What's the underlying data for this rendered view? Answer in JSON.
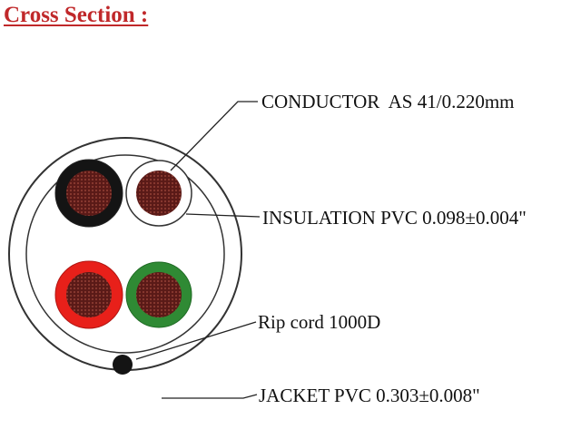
{
  "heading": "Cross Section :",
  "colors": {
    "heading": "#c0282a",
    "outline": "#333333",
    "conductor": "#5a1a17",
    "conductor_strand": "#8a3a30",
    "core_black": "#141414",
    "core_red": "#e8201a",
    "core_green": "#2f8a34",
    "core_white": "#ffffff",
    "rip_cord": "#141414"
  },
  "labels": {
    "conductor": "CONDUCTOR  AS 41/0.220mm",
    "insulation": "INSULATION PVC 0.098±0.004\"",
    "rip_cord": "Rip cord 1000D",
    "jacket": "JACKET PVC 0.303±0.008\""
  }
}
